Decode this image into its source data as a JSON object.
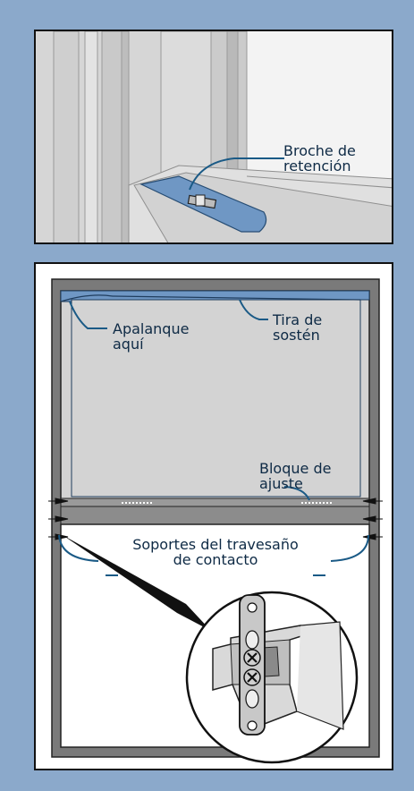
{
  "colors": {
    "page_background": "#8ba9cb",
    "accent_blue": "#6f97c4",
    "callout_line": "#1a5a86",
    "text": "#0e2a45",
    "frame_gray": "#7a7a7a",
    "pane_gray": "#d3d3d3"
  },
  "top_panel": {
    "label_retainer_clip": "Broche de\nretención"
  },
  "bottom_panel": {
    "label_pry_here": "Apalanque\naquí",
    "label_holding_strip": "Tira de\nsostén",
    "label_setting_block": "Bloque de\najuste",
    "label_meeting_rail_supports": "Soportes del travesaño\nde contacto"
  },
  "icons": [
    "screw-icon",
    "meeting-rail-bracket-icon"
  ]
}
